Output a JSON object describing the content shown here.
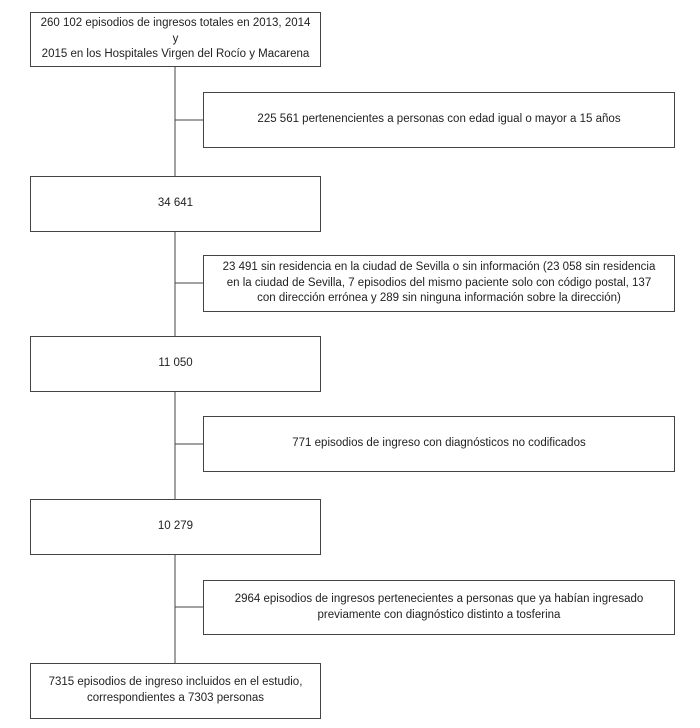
{
  "flow": {
    "step1": "260 102 episodios de ingresos totales en 2013, 2014 y\n2015 en los Hospitales Virgen del Rocío y Macarena",
    "excl1": "225 561 pertenencientes a personas con edad igual o mayor a 15 años",
    "step2": "34 641",
    "excl2": "23 491 sin residencia en la ciudad de Sevilla o sin información (23 058 sin residencia\nen la ciudad de Sevilla, 7 episodios del mismo paciente solo con código postal, 137\ncon dirección errónea y 289 sin ninguna información sobre la dirección)",
    "step3": "11 050",
    "excl3": "771 episodios de ingreso con diagnósticos no codificados",
    "step4": "10 279",
    "excl4": "2964 episodios de ingresos pertenecientes a personas que ya habían ingresado\npreviamente con diagnóstico distinto a tosferina",
    "step5": "7315 episodios de ingreso incluidos en el estudio,\ncorrespondientes a 7303 personas"
  }
}
